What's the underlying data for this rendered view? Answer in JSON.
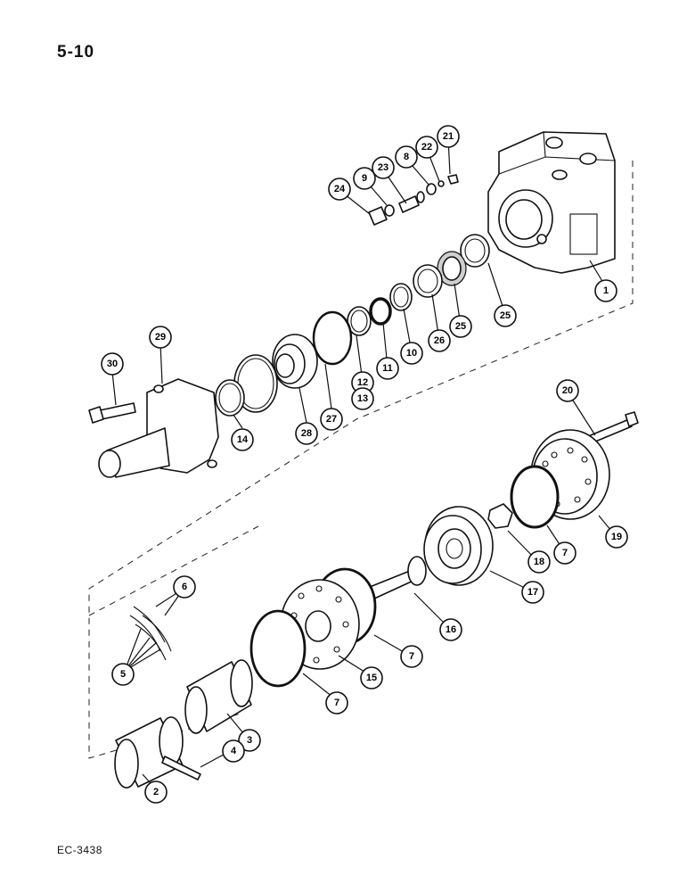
{
  "page": {
    "number": "5-10",
    "reference_code": "EC-3438"
  },
  "callouts": [
    {
      "label": "1"
    },
    {
      "label": "2"
    },
    {
      "label": "3"
    },
    {
      "label": "4"
    },
    {
      "label": "5"
    },
    {
      "label": "6"
    },
    {
      "label": "7"
    },
    {
      "label": "7"
    },
    {
      "label": "7"
    },
    {
      "label": "8"
    },
    {
      "label": "9"
    },
    {
      "label": "10"
    },
    {
      "label": "11"
    },
    {
      "label": "12"
    },
    {
      "label": "13"
    },
    {
      "label": "14"
    },
    {
      "label": "15"
    },
    {
      "label": "16"
    },
    {
      "label": "17"
    },
    {
      "label": "18"
    },
    {
      "label": "19"
    },
    {
      "label": "20"
    },
    {
      "label": "21"
    },
    {
      "label": "22"
    },
    {
      "label": "23"
    },
    {
      "label": "24"
    },
    {
      "label": "25"
    },
    {
      "label": "25"
    },
    {
      "label": "26"
    },
    {
      "label": "27"
    },
    {
      "label": "28"
    },
    {
      "label": "29"
    },
    {
      "label": "30"
    }
  ]
}
